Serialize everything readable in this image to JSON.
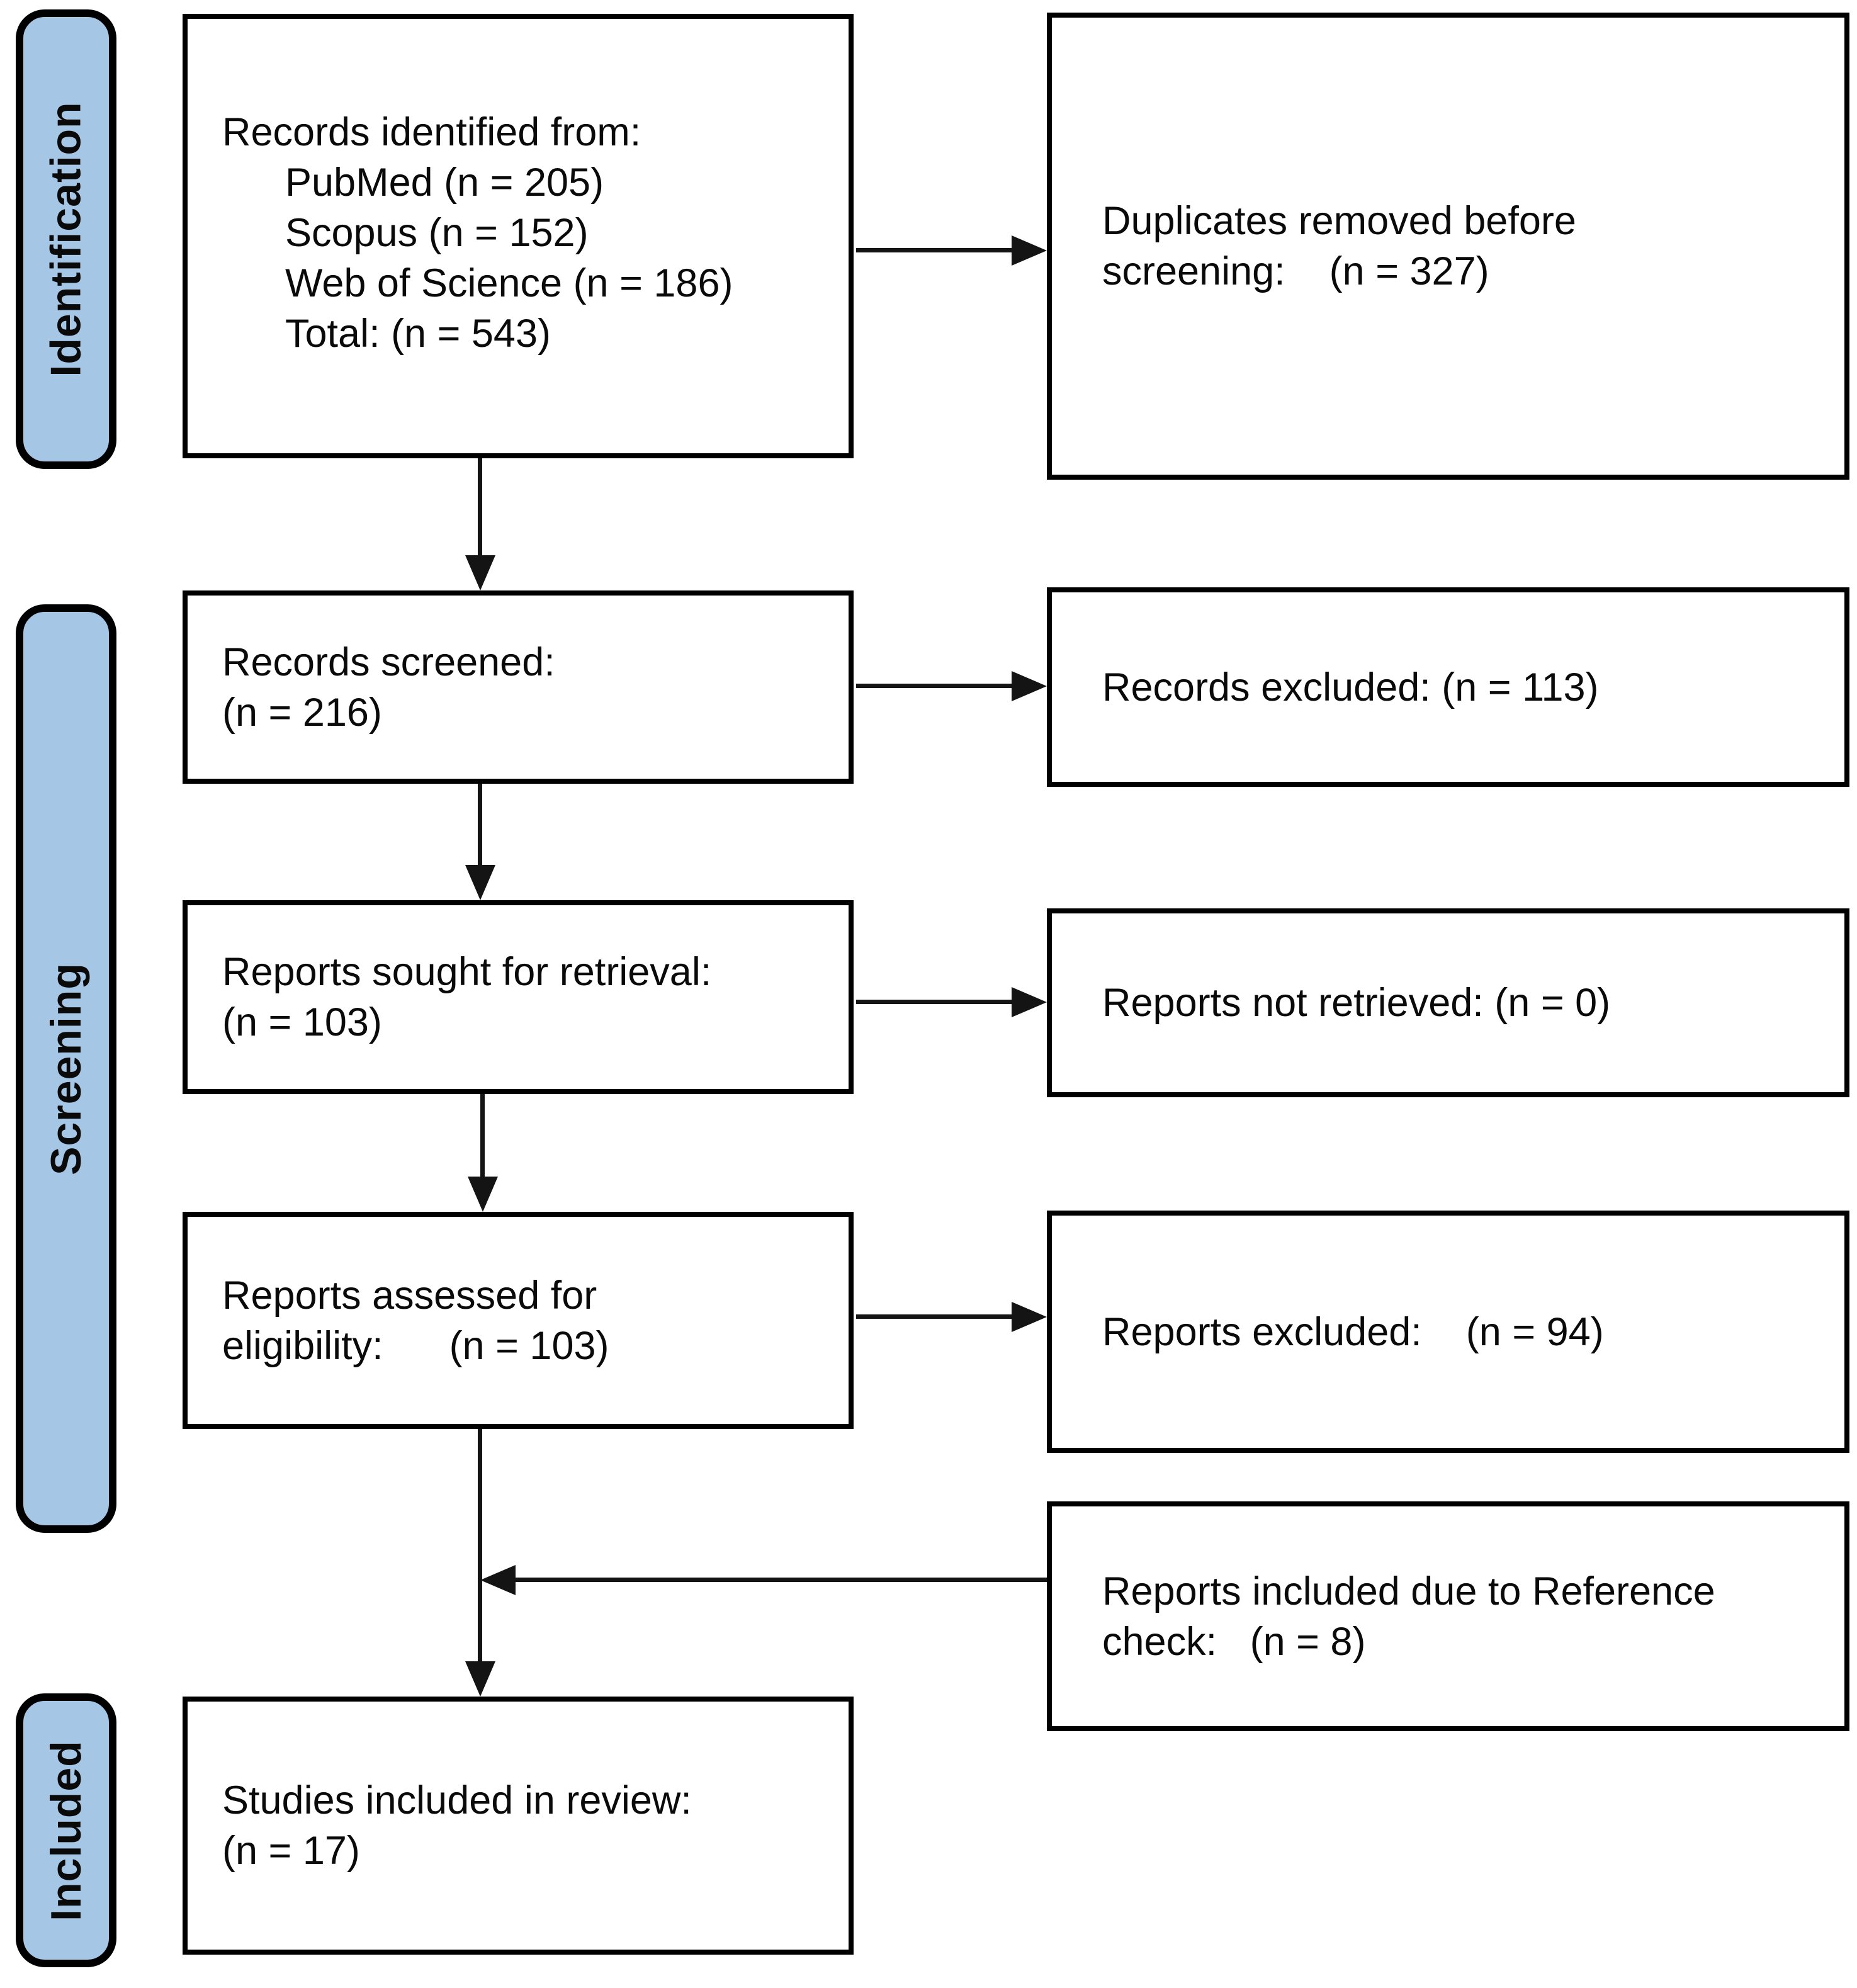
{
  "palette": {
    "stage_fill": "#A6C6E5",
    "box_border": "#000000",
    "arrow_color": "#141414",
    "background": "#FFFFFF",
    "text_color": "#0A0A0A"
  },
  "stages": {
    "identification": "Identification",
    "screening": "Screening",
    "included": "Included"
  },
  "boxes": {
    "records_identified": {
      "title": "Records identified from:",
      "sources": [
        "PubMed (n = 205)",
        "Scopus (n = 152)",
        "Web of Science (n = 186)"
      ],
      "total": "Total: (n = 543)"
    },
    "duplicates_removed": {
      "line1": "Duplicates removed before",
      "line2": "screening:    (n = 327)"
    },
    "records_screened": {
      "line1": "Records screened:",
      "line2": "(n = 216)"
    },
    "records_excluded": {
      "line1": "Records excluded: (n = 113)"
    },
    "reports_sought": {
      "line1": "Reports sought for retrieval:",
      "line2": "(n = 103)"
    },
    "reports_not_retrieved": {
      "line1": "Reports not retrieved: (n = 0)"
    },
    "reports_assessed": {
      "line1": "Reports assessed for",
      "line2": "eligibility:      (n = 103)"
    },
    "reports_excluded": {
      "line1": "Reports excluded:    (n = 94)"
    },
    "reference_check": {
      "line1": "Reports included due to Reference",
      "line2": "check:   (n = 8)"
    },
    "studies_included": {
      "line1": "Studies included in review:",
      "line2": "(n = 17)"
    }
  }
}
